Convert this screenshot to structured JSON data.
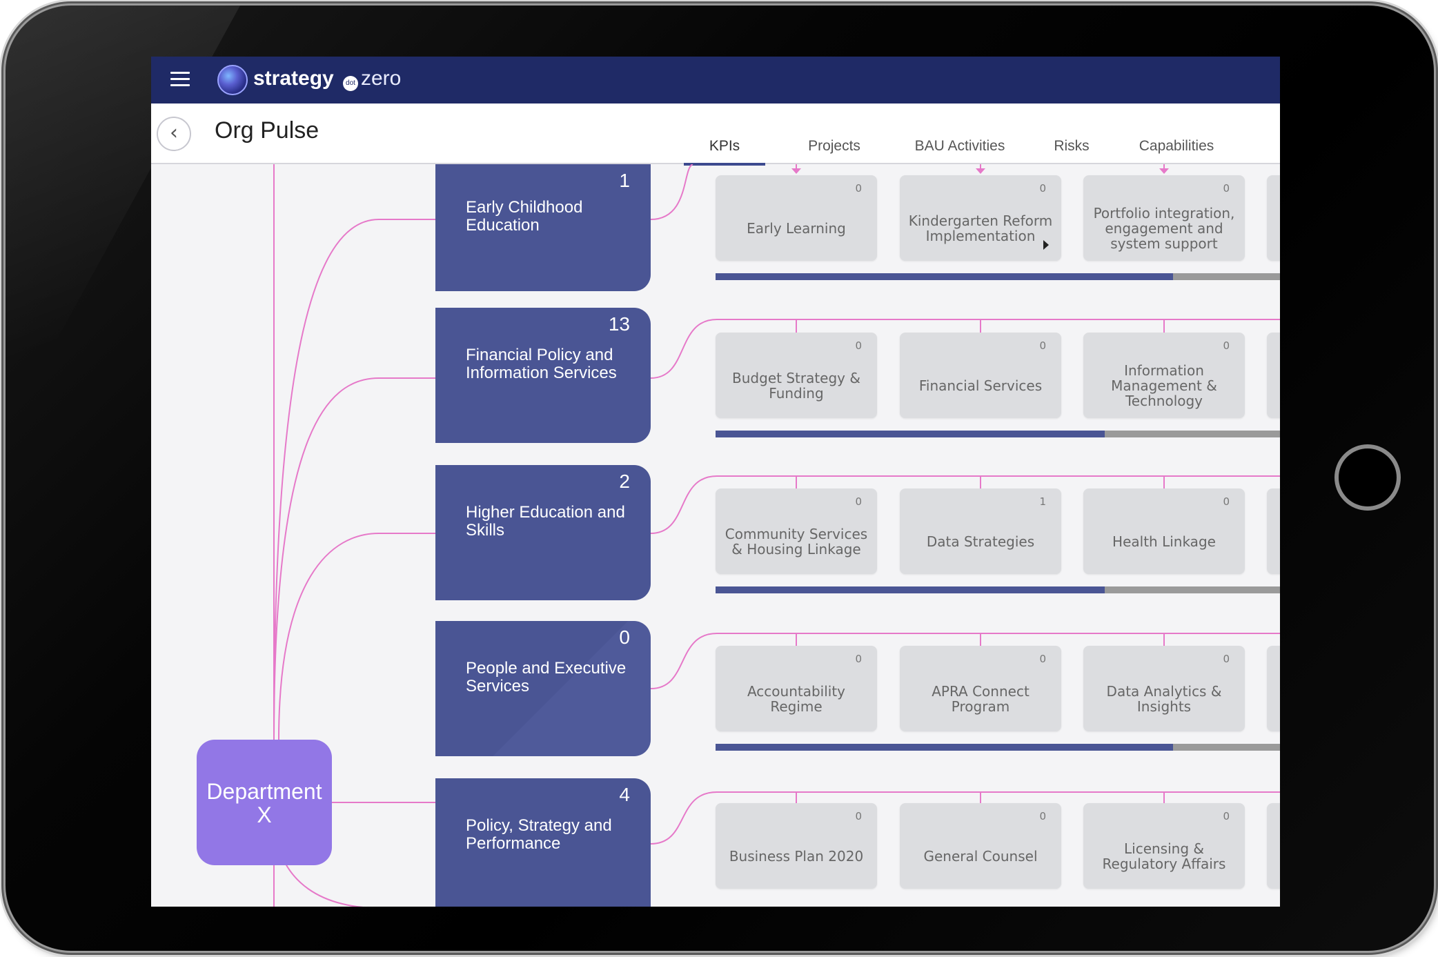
{
  "app": {
    "logo_text": "strategy",
    "logo_dot": "dot",
    "logo_suffix": "zero",
    "page_title": "Org Pulse",
    "back_icon": "chevron-left-icon",
    "menu_icon": "hamburger-icon"
  },
  "tabs": [
    {
      "label": "KPIs",
      "active": true
    },
    {
      "label": "Projects",
      "active": false
    },
    {
      "label": "BAU Activities",
      "active": false
    },
    {
      "label": "Risks",
      "active": false
    },
    {
      "label": "Capabilities",
      "active": false
    }
  ],
  "department": {
    "label": "Department X"
  },
  "colors": {
    "topbar": "#1f2a66",
    "unit": "#4a5594",
    "department": "#9277e6",
    "connector": "#e679c9",
    "progress_fill": "#4a5594",
    "progress_track": "#9a9a9a"
  },
  "units": [
    {
      "name": "Early Childhood Education",
      "count": "1",
      "progress": 0.81,
      "kpis": [
        {
          "label": "Early Learning",
          "count": "0"
        },
        {
          "label": "Kindergarten Reform Implementation",
          "count": "0"
        },
        {
          "label": "Portfolio integration, engagement and system support",
          "count": "0"
        }
      ]
    },
    {
      "name": "Financial Policy and Information Services",
      "count": "13",
      "progress": 0.69,
      "kpis": [
        {
          "label": "Budget Strategy & Funding",
          "count": "0"
        },
        {
          "label": "Financial Services",
          "count": "0"
        },
        {
          "label": "Information Management & Technology",
          "count": "0"
        }
      ]
    },
    {
      "name": "Higher Education and Skills",
      "count": "2",
      "progress": 0.69,
      "kpis": [
        {
          "label": "Community Services & Housing Linkage",
          "count": "0"
        },
        {
          "label": "Data Strategies",
          "count": "1"
        },
        {
          "label": "Health Linkage",
          "count": "0"
        }
      ]
    },
    {
      "name": "People and Executive Services",
      "count": "0",
      "progress": 0.81,
      "kpis": [
        {
          "label": "Accountability Regime",
          "count": "0"
        },
        {
          "label": "APRA Connect Program",
          "count": "0"
        },
        {
          "label": "Data Analytics & Insights",
          "count": "0"
        }
      ]
    },
    {
      "name": "Policy, Strategy and Performance",
      "count": "4",
      "progress": null,
      "kpis": [
        {
          "label": "Business Plan 2020",
          "count": "0"
        },
        {
          "label": "General Counsel",
          "count": "0"
        },
        {
          "label": "Licensing & Regulatory Affairs",
          "count": "0"
        }
      ]
    }
  ]
}
